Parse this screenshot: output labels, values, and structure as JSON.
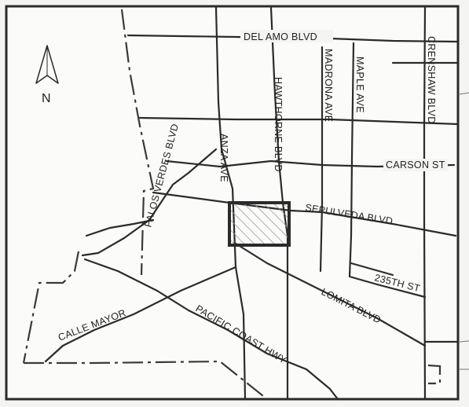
{
  "north_label": "N",
  "streets": {
    "del_amo": "DEL AMO BLVD",
    "madrona": "MADRONA AVE",
    "maple": "MAPLE AVE",
    "crenshaw": "CRENSHAW BLVD",
    "hawthorne": "HAWTHORNE BLVD",
    "anza": "ANZA AVE",
    "palos_verdes": "PALOS VERDES BLVD",
    "carson": "CARSON ST",
    "sepulveda": "SEPULVEDA BLVD",
    "st235": "235TH ST",
    "lomita": "LOMITA BLVD",
    "pch": "PACIFIC COAST HWY",
    "calle_mayor": "CALLE MAYOR"
  },
  "colors": {
    "ink": "#2b2b2b",
    "paper": "#f4f4f2",
    "hatch": "#9a9a9a"
  }
}
